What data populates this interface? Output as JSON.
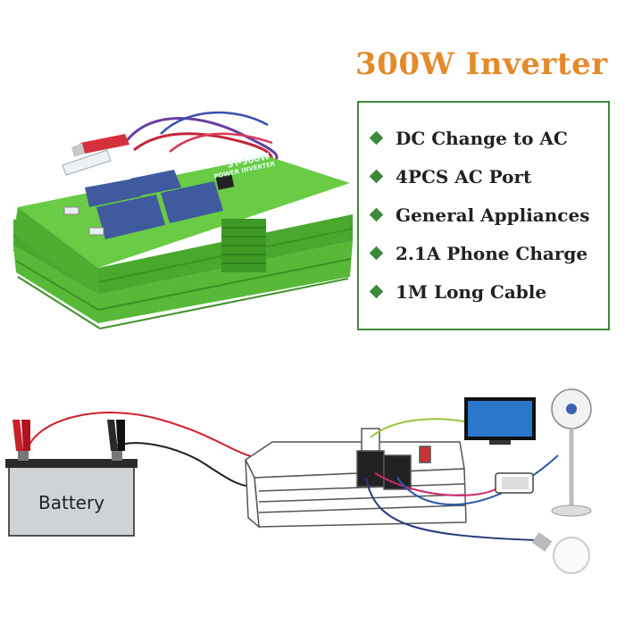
{
  "title": "300W Inverter",
  "features": [
    "DC Change to AC",
    "4PCS AC Port",
    "General Appliances",
    "2.1A Phone Charge",
    "1M Long Cable"
  ],
  "inverter_label": "ST-300W",
  "inverter_sublabel": "POWER INVERTER",
  "battery_label": "Battery",
  "colors": {
    "title": "#e48a2b",
    "accent_green": "#3b8a3a",
    "inverter_body": "#5ec23e",
    "socket_blue": "#3f5a9e"
  }
}
